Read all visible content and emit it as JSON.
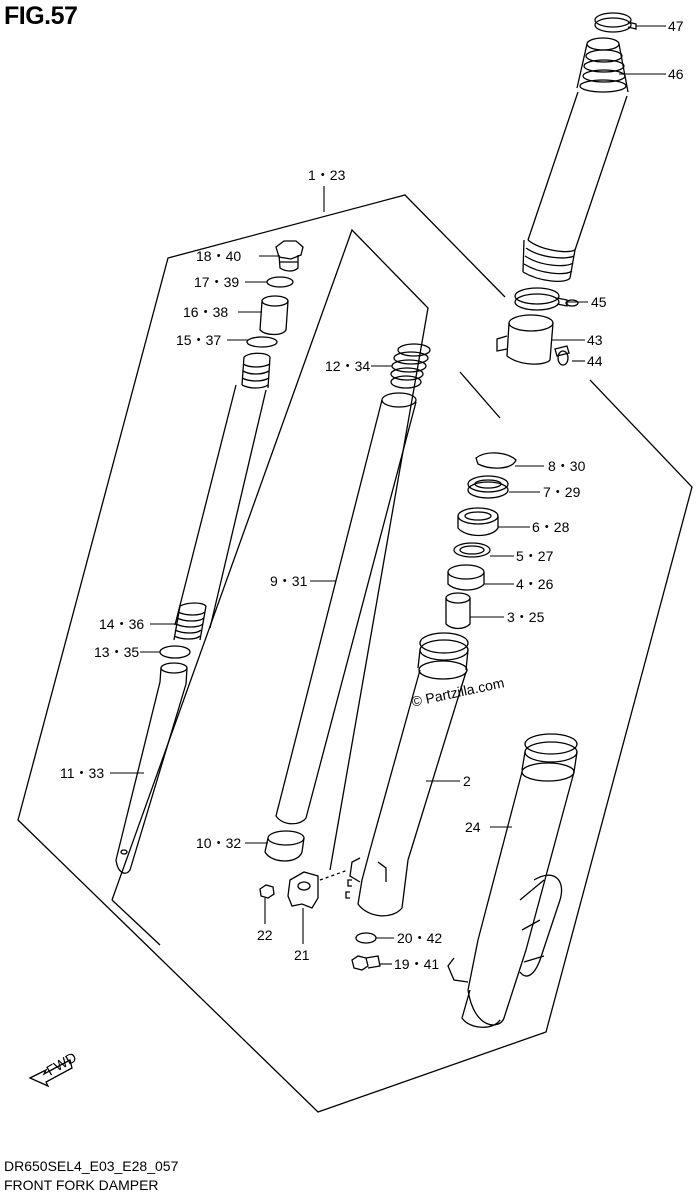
{
  "figure": {
    "title": "FIG.57",
    "code": "DR650SEL4_E03_E28_057",
    "name": "FRONT FORK DAMPER",
    "watermark": "© Partzilla.com",
    "fwd_label": "FWD"
  },
  "callouts": [
    {
      "id": "c47",
      "text": "47"
    },
    {
      "id": "c46",
      "text": "46"
    },
    {
      "id": "c1",
      "text": "1・23"
    },
    {
      "id": "c18",
      "text": "18・40"
    },
    {
      "id": "c17",
      "text": "17・39"
    },
    {
      "id": "c16",
      "text": "16・38"
    },
    {
      "id": "c15",
      "text": "15・37"
    },
    {
      "id": "c45",
      "text": "45"
    },
    {
      "id": "c43",
      "text": "43"
    },
    {
      "id": "c44",
      "text": "44"
    },
    {
      "id": "c12",
      "text": "12・34"
    },
    {
      "id": "c8",
      "text": "8・30"
    },
    {
      "id": "c7",
      "text": "7・29"
    },
    {
      "id": "c6",
      "text": "6・28"
    },
    {
      "id": "c5",
      "text": "5・27"
    },
    {
      "id": "c4",
      "text": "4・26"
    },
    {
      "id": "c9",
      "text": "9・31"
    },
    {
      "id": "c3",
      "text": "3・25"
    },
    {
      "id": "c14",
      "text": "14・36"
    },
    {
      "id": "c13",
      "text": "13・35"
    },
    {
      "id": "c11",
      "text": "11・33"
    },
    {
      "id": "c2",
      "text": "2"
    },
    {
      "id": "c24",
      "text": "24"
    },
    {
      "id": "c10",
      "text": "10・32"
    },
    {
      "id": "c22",
      "text": "22"
    },
    {
      "id": "c21",
      "text": "21"
    },
    {
      "id": "c20",
      "text": "20・42"
    },
    {
      "id": "c19",
      "text": "19・41"
    }
  ]
}
